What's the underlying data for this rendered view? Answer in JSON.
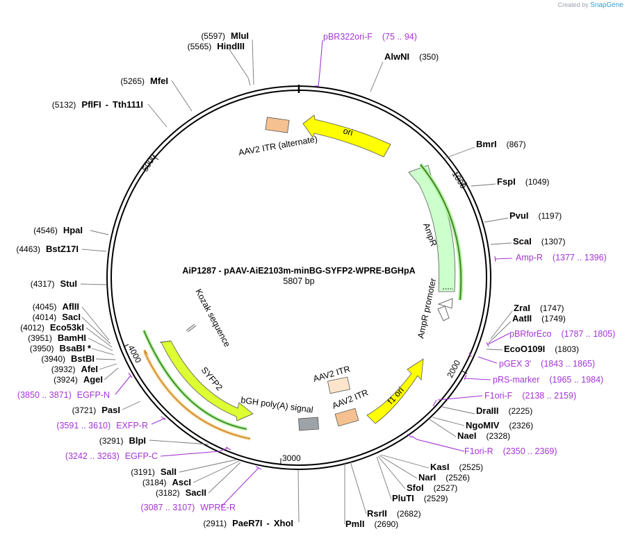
{
  "brand": {
    "prefix": "Created by",
    "name": "SnapGene"
  },
  "plasmid": {
    "name": "AiP1287 - pAAV-AiE2103m-minBG-SYFP2-WPRE-BGHpA",
    "size": "5807 bp"
  },
  "ticks": [
    "1000",
    "2000",
    "3000",
    "4000",
    "5000"
  ],
  "sites": [
    {
      "name": "MluI",
      "pos": "(5597)"
    },
    {
      "name": "HindIII",
      "pos": "(5565)"
    },
    {
      "name": "MfeI",
      "pos": "(5265)"
    },
    {
      "name": "PflFI",
      "name2": "Tth111I",
      "pos": "(5132)"
    },
    {
      "name": "AlwNI",
      "pos": "(350)"
    },
    {
      "name": "BmrI",
      "pos": "(867)"
    },
    {
      "name": "FspI",
      "pos": "(1049)"
    },
    {
      "name": "PvuI",
      "pos": "(1197)"
    },
    {
      "name": "ScaI",
      "pos": "(1307)"
    },
    {
      "name": "ZraI",
      "pos": "(1747)"
    },
    {
      "name": "AatII",
      "pos": "(1749)"
    },
    {
      "name": "EcoO109I",
      "pos": "(1803)"
    },
    {
      "name": "DraIII",
      "pos": "(2225)"
    },
    {
      "name": "NgoMIV",
      "pos": "(2326)"
    },
    {
      "name": "NaeI",
      "pos": "(2328)"
    },
    {
      "name": "KasI",
      "pos": "(2525)"
    },
    {
      "name": "NarI",
      "pos": "(2526)"
    },
    {
      "name": "SfoI",
      "pos": "(2527)"
    },
    {
      "name": "PluTI",
      "pos": "(2529)"
    },
    {
      "name": "RsrII",
      "pos": "(2682)"
    },
    {
      "name": "PmlI",
      "pos": "(2690)"
    },
    {
      "name": "PaeR7I",
      "name2": "XhoI",
      "pos": "(2911)"
    },
    {
      "name": "SacII",
      "pos": "(3182)"
    },
    {
      "name": "AscI",
      "pos": "(3184)"
    },
    {
      "name": "SalI",
      "pos": "(3191)"
    },
    {
      "name": "BlpI",
      "pos": "(3291)"
    },
    {
      "name": "PasI",
      "pos": "(3721)"
    },
    {
      "name": "AgeI",
      "pos": "(3924)"
    },
    {
      "name": "AfeI",
      "pos": "(3932)"
    },
    {
      "name": "BstBI",
      "pos": "(3940)"
    },
    {
      "name": "BsaBI *",
      "pos": "(3950)"
    },
    {
      "name": "BamHI",
      "pos": "(3951)"
    },
    {
      "name": "Eco53kI",
      "pos": "(4012)"
    },
    {
      "name": "SacI",
      "pos": "(4014)"
    },
    {
      "name": "AflII",
      "pos": "(4045)"
    },
    {
      "name": "StuI",
      "pos": "(4317)"
    },
    {
      "name": "BstZ17I",
      "pos": "(4463)"
    },
    {
      "name": "HpaI",
      "pos": "(4546)"
    }
  ],
  "primers": [
    {
      "name": "pBR322ori-F",
      "range": "(75 .. 94)"
    },
    {
      "name": "Amp-R",
      "range": "(1377 .. 1396)"
    },
    {
      "name": "pBRforEco",
      "range": "(1787 .. 1805)"
    },
    {
      "name": "pGEX 3'",
      "range": "(1843 .. 1865)"
    },
    {
      "name": "pRS-marker",
      "range": "(1965 .. 1984)"
    },
    {
      "name": "F1ori-F",
      "range": "(2138 .. 2159)"
    },
    {
      "name": "F1ori-R",
      "range": "(2350 .. 2369)"
    },
    {
      "name": "WPRE-R",
      "range": "(3087 .. 3107)"
    },
    {
      "name": "EGFP-C",
      "range": "(3242 .. 3263)"
    },
    {
      "name": "EXFP-R",
      "range": "(3591 .. 3610)"
    },
    {
      "name": "EGFP-N",
      "range": "(3850 .. 3871)"
    }
  ],
  "features": {
    "ori": "ori",
    "itr_alt": "AAV2 ITR (alternate)",
    "ampr": "AmpR",
    "ampr_promoter": "AmpR promoter",
    "f1ori": "f1 ori",
    "itr": "AAV2 ITR",
    "bgh": "bGH poly(A) signal",
    "syfp2": "SYFP2",
    "kozak": "Kozak sequence"
  },
  "colors": {
    "ori": "#ffff00",
    "ampr": "#ccffcc",
    "itr": "#f5c190",
    "itr_light": "#fde5cc",
    "bgh": "#9ea3a8",
    "syfp2": "#ddff33",
    "primer": "#a334d6",
    "gene_line": "#3a7d1a",
    "exfp_line": "#c9891f"
  }
}
